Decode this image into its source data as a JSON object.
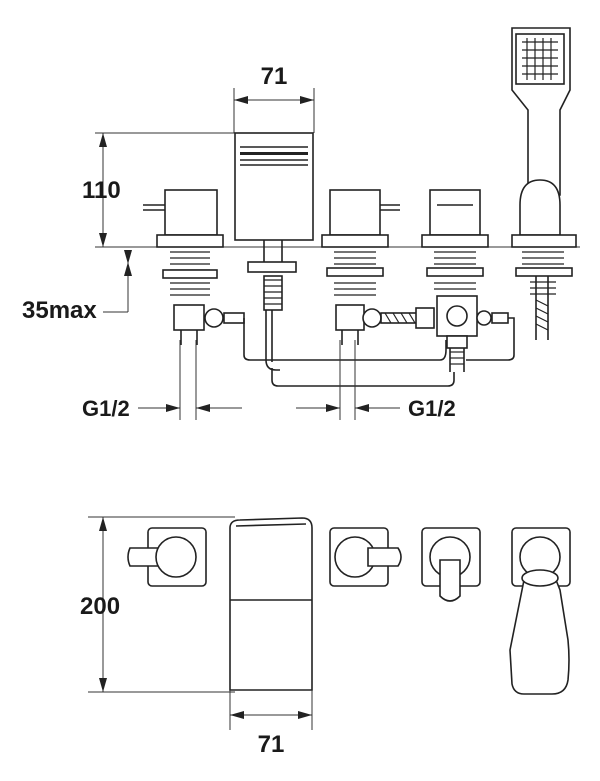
{
  "dimensions": {
    "top_width": "71",
    "height_110": "110",
    "max_35": "35max",
    "thread_left": "G1/2",
    "thread_right": "G1/2",
    "depth_200": "200",
    "bottom_width": "71"
  }
}
